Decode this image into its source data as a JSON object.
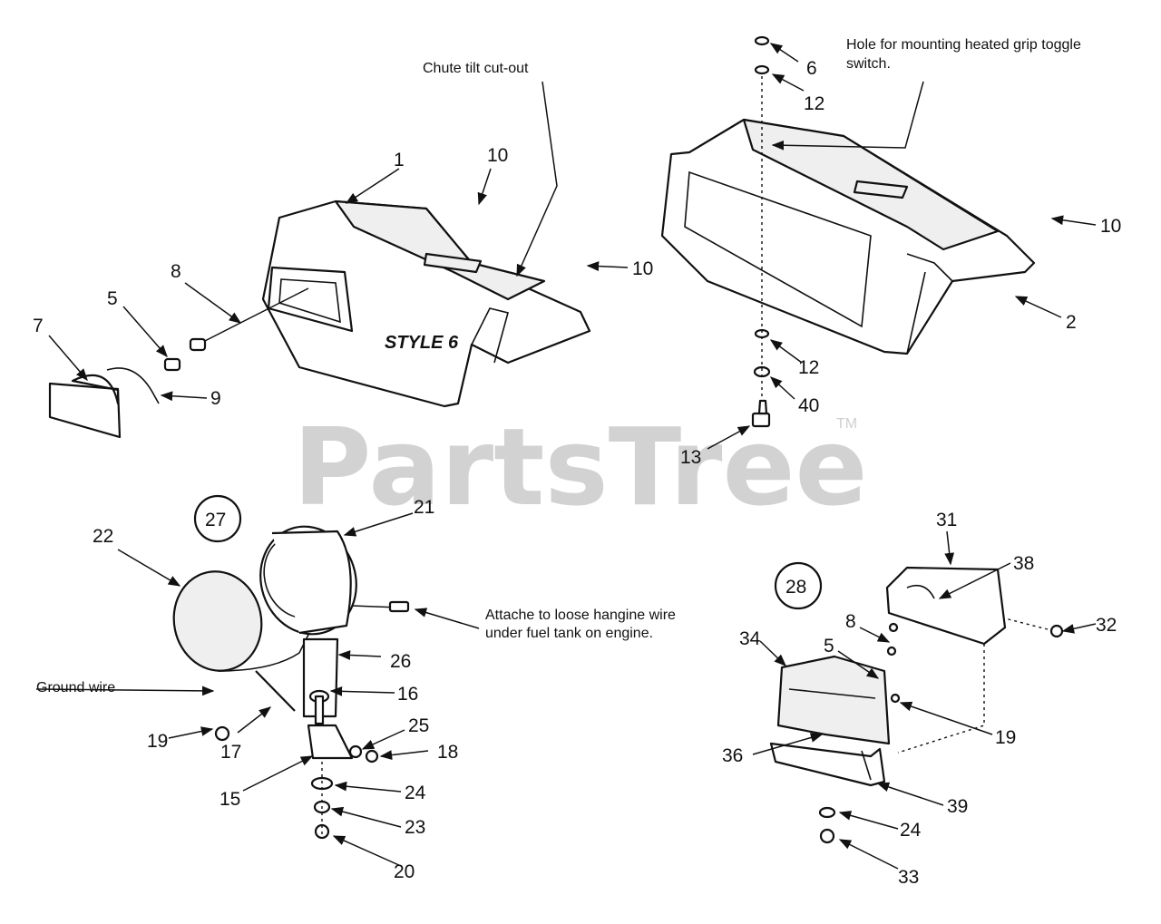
{
  "watermark": {
    "brand": "PartsTree",
    "trademark": "TM"
  },
  "notes": {
    "chute_tilt": "Chute tilt cut-out",
    "hole_line1": "Hole for mounting heated grip toggle",
    "hole_line2": "switch.",
    "attach_line1": "Attache to loose hangine wire",
    "attach_line2": "under fuel tank on engine.",
    "ground_wire": "Ground wire",
    "style": "STYLE 6"
  },
  "kits": [
    "27",
    "28"
  ],
  "callouts": [
    "1",
    "10",
    "10",
    "8",
    "5",
    "7",
    "9",
    "6",
    "12",
    "10",
    "2",
    "12",
    "40",
    "13",
    "22",
    "21",
    "26",
    "16",
    "19",
    "17",
    "25",
    "18",
    "15",
    "24",
    "23",
    "20",
    "31",
    "38",
    "32",
    "8",
    "5",
    "34",
    "19",
    "36",
    "39",
    "24",
    "33"
  ]
}
